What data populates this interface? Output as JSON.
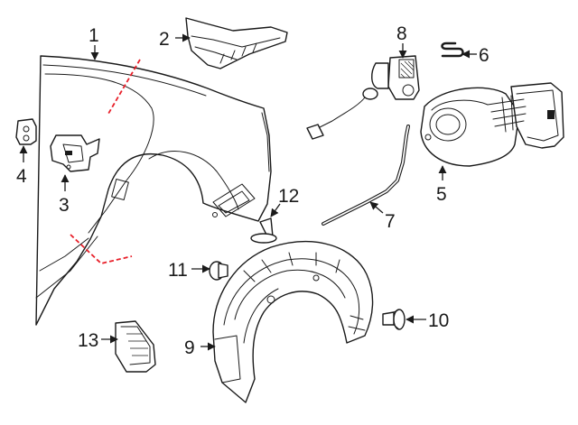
{
  "diagram": {
    "callouts": [
      "1",
      "2",
      "3",
      "4",
      "5",
      "6",
      "7",
      "8",
      "9",
      "10",
      "11",
      "12",
      "13"
    ],
    "colors": {
      "line": "#1a1a1a",
      "cut_line": "#e8202a",
      "background": "#ffffff"
    }
  }
}
